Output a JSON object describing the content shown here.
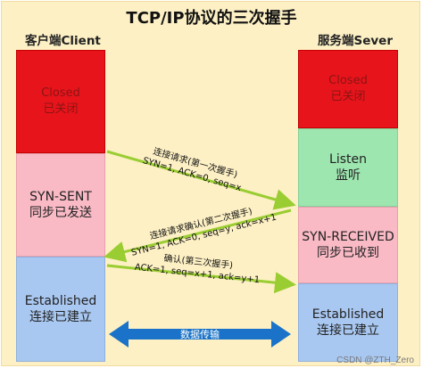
{
  "title": "TCP/IP协议的三次握手",
  "client": {
    "header": "客户端Client",
    "states": [
      {
        "line1": "Closed",
        "line2": "已关闭"
      },
      {
        "line1": "SYN-SENT",
        "line2": "同步已发送"
      },
      {
        "line1": "Established",
        "line2": "连接已建立"
      }
    ]
  },
  "server": {
    "header": "服务端Sever",
    "states": [
      {
        "line1": "Closed",
        "line2": "已关闭"
      },
      {
        "line1": "Listen",
        "line2": "监听"
      },
      {
        "line1": "SYN-RECEIVED",
        "line2": "同步已收到"
      },
      {
        "line1": "Established",
        "line2": "连接已建立"
      }
    ]
  },
  "messages": [
    {
      "label": "连接请求(第一次握手)",
      "params": "SYN=1, ACK=0, seq=x"
    },
    {
      "label": "连接请求确认(第二次握手)",
      "params": "SYN=1, ACK=0, seq=y, ack=x+1"
    },
    {
      "label": "确认(第三次握手)",
      "params": "ACK=1, seq=x+1, ack=y+1"
    }
  ],
  "transfer_label": "数据传输",
  "watermark": "CSDN @ZTH_Zero",
  "colors": {
    "closed": "#e8141b",
    "syn": "#f9bac5",
    "established": "#a9c8f1",
    "listen": "#9ee6b0",
    "handshake_arrow": "#9acd32",
    "transfer_arrow": "#1a73c8"
  }
}
